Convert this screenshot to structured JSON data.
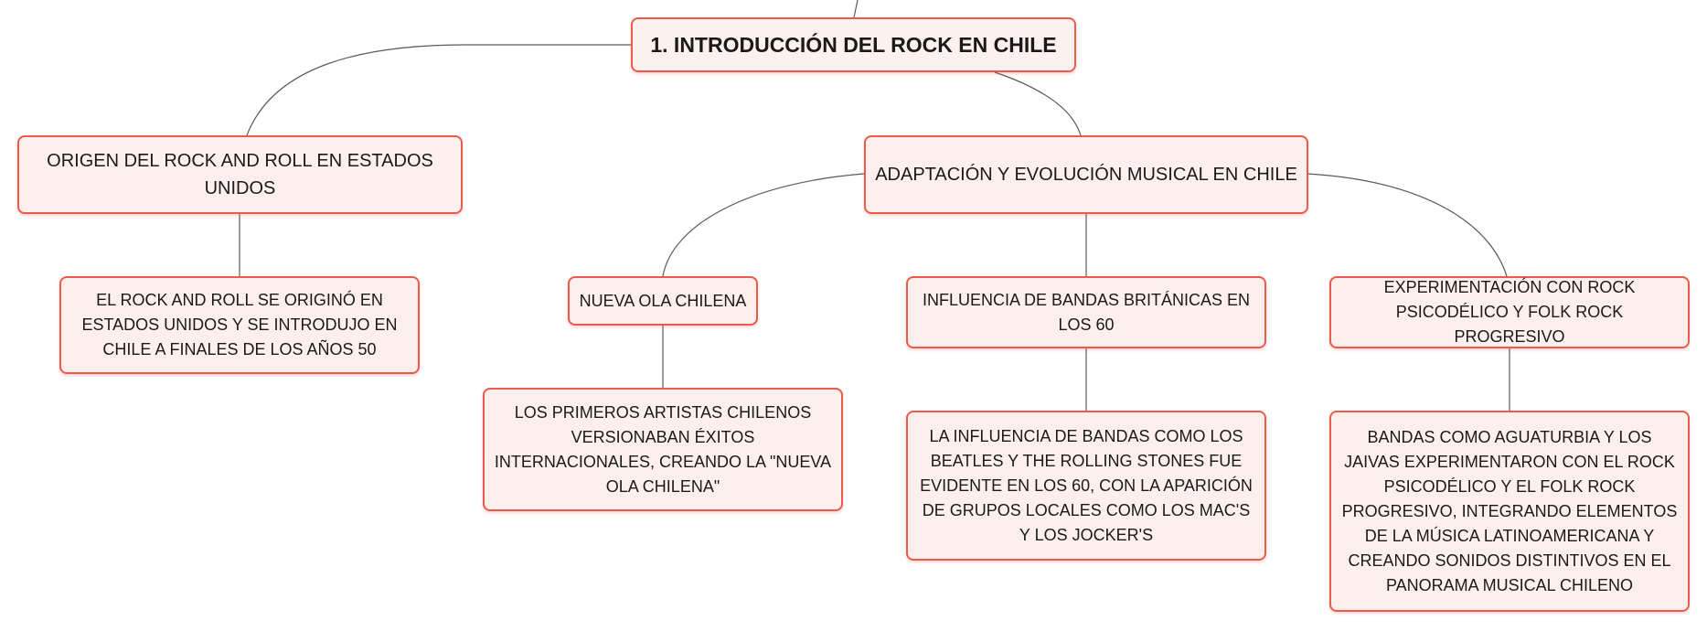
{
  "colors": {
    "node_border": "#ea5b4b",
    "node_fill": "#fdf0ec",
    "connector": "#5a5a5a",
    "text": "#1a1a1a"
  },
  "nodes": {
    "root": "1. INTRODUCCIÓN DEL ROCK EN CHILE",
    "origin": "ORIGEN DEL ROCK AND ROLL EN ESTADOS UNIDOS",
    "adaptation": "ADAPTACIÓN Y EVOLUCIÓN MUSICAL EN CHILE",
    "origin_detail": "EL ROCK AND ROLL SE ORIGINÓ EN ESTADOS UNIDOS Y SE INTRODUJO EN CHILE A FINALES DE LOS AÑOS 50",
    "nueva_ola": "NUEVA OLA CHILENA",
    "nueva_ola_detail": "LOS PRIMEROS ARTISTAS CHILENOS VERSIONABAN ÉXITOS INTERNACIONALES, CREANDO LA \"NUEVA OLA CHILENA\"",
    "british": "INFLUENCIA DE BANDAS BRITÁNICAS EN LOS 60",
    "british_detail": "LA INFLUENCIA DE BANDAS COMO LOS BEATLES Y THE ROLLING STONES FUE EVIDENTE EN LOS 60, CON LA APARICIÓN DE GRUPOS LOCALES COMO LOS MAC'S Y LOS JOCKER'S",
    "psychedelic": "EXPERIMENTACIÓN CON ROCK PSICODÉLICO Y FOLK ROCK PROGRESIVO",
    "psychedelic_detail": "BANDAS COMO AGUATURBIA Y LOS JAIVAS EXPERIMENTARON CON EL ROCK PSICODÉLICO Y EL FOLK ROCK PROGRESIVO, INTEGRANDO ELEMENTOS DE LA MÚSICA LATINOAMERICANA Y CREANDO SONIDOS DISTINTIVOS EN EL PANORAMA MUSICAL CHILENO"
  }
}
